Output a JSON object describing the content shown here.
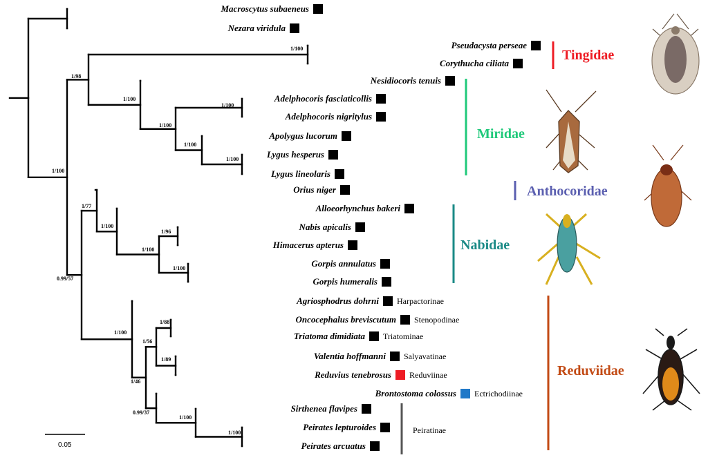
{
  "taxa": [
    {
      "id": "macroscytus",
      "name": "Macroscytus subaeneus",
      "marker": "#000000",
      "subfamily": ""
    },
    {
      "id": "nezara",
      "name": "Nezara viridula",
      "marker": "#000000",
      "subfamily": ""
    },
    {
      "id": "pseudacysta",
      "name": "Pseudacysta perseae",
      "marker": "#000000",
      "subfamily": ""
    },
    {
      "id": "corythucha",
      "name": "Corythucha ciliata",
      "marker": "#000000",
      "subfamily": ""
    },
    {
      "id": "nesidiocoris",
      "name": "Nesidiocoris tenuis",
      "marker": "#000000",
      "subfamily": ""
    },
    {
      "id": "adelph_fasc",
      "name": "Adelphocoris fasciaticollis",
      "marker": "#000000",
      "subfamily": ""
    },
    {
      "id": "adelph_nig",
      "name": "Adelphocoris nigritylus",
      "marker": "#000000",
      "subfamily": ""
    },
    {
      "id": "apolygus",
      "name": "Apolygus lucorum",
      "marker": "#000000",
      "subfamily": ""
    },
    {
      "id": "lygus_hesp",
      "name": "Lygus hesperus",
      "marker": "#000000",
      "subfamily": ""
    },
    {
      "id": "lygus_lin",
      "name": "Lygus lineolaris",
      "marker": "#000000",
      "subfamily": ""
    },
    {
      "id": "orius",
      "name": "Orius niger",
      "marker": "#000000",
      "subfamily": ""
    },
    {
      "id": "alloeo",
      "name": "Alloeorhynchus bakeri",
      "marker": "#000000",
      "subfamily": ""
    },
    {
      "id": "nabis",
      "name": "Nabis apicalis",
      "marker": "#000000",
      "subfamily": ""
    },
    {
      "id": "himacerus",
      "name": "Himacerus apterus",
      "marker": "#000000",
      "subfamily": ""
    },
    {
      "id": "gorpis_ann",
      "name": "Gorpis annulatus",
      "marker": "#000000",
      "subfamily": ""
    },
    {
      "id": "gorpis_hum",
      "name": "Gorpis humeralis",
      "marker": "#000000",
      "subfamily": ""
    },
    {
      "id": "agrio",
      "name": "Agriosphodrus dohrni",
      "marker": "#000000",
      "subfamily": "Harpactorinae"
    },
    {
      "id": "oncoce",
      "name": "Oncocephalus breviscutum",
      "marker": "#000000",
      "subfamily": "Stenopodinae"
    },
    {
      "id": "triatoma",
      "name": "Triatoma dimidiata",
      "marker": "#000000",
      "subfamily": "Triatominae"
    },
    {
      "id": "valentia",
      "name": "Valentia hoffmanni",
      "marker": "#000000",
      "subfamily": "Salyavatinae"
    },
    {
      "id": "reduvius",
      "name": "Reduvius  tenebrosus",
      "marker": "#ee1c24",
      "subfamily": "Reduviinae"
    },
    {
      "id": "bronto",
      "name": "Brontostoma colossus",
      "marker": "#1f78c8",
      "subfamily": "Ectrichodiinae"
    },
    {
      "id": "sirthenea",
      "name": "Sirthenea flavipes",
      "marker": "#000000",
      "subfamily": ""
    },
    {
      "id": "peirates_lep",
      "name": "Peirates lepturoides",
      "marker": "#000000",
      "subfamily": ""
    },
    {
      "id": "peirates_arc",
      "name": "Peirates arcuatus",
      "marker": "#000000",
      "subfamily": ""
    }
  ],
  "supports": {
    "root_ingroup": "1/100",
    "tingidae_miridae": "1/98",
    "tingidae": "1/100",
    "miridae": "1/100",
    "adelphocoris": "1/100",
    "mir_inner1": "1/100",
    "mir_inner2": "1/100",
    "lygus": "1/100",
    "cimicomorpha_rest": "0.99/57",
    "anth_nabidae": "1/77",
    "nabidae": "1/100",
    "nab_inner": "1/100",
    "nabis_him": "1/96",
    "gorpis": "1/100",
    "reduviidae": "1/100",
    "red_inner1": "1/46",
    "red_inner2": "1/56",
    "onco_tria": "1/88",
    "val_red": "1/89",
    "red_inner3": "0.99/37",
    "peiratinae": "1/100",
    "peirates": "1/100"
  },
  "families": [
    {
      "id": "tingidae",
      "name": "Tingidae",
      "color": "#ee1c24"
    },
    {
      "id": "miridae",
      "name": "Miridae",
      "color": "#1fc97a"
    },
    {
      "id": "anthocoridae",
      "name": "Anthocoridae",
      "color": "#5b5fb0"
    },
    {
      "id": "nabidae",
      "name": "Nabidae",
      "color": "#1a8a86"
    },
    {
      "id": "reduviidae",
      "name": "Reduviidae",
      "color": "#c24a14"
    }
  ],
  "peiratinae_label": "Peiratinae",
  "scale_label": "0.05"
}
